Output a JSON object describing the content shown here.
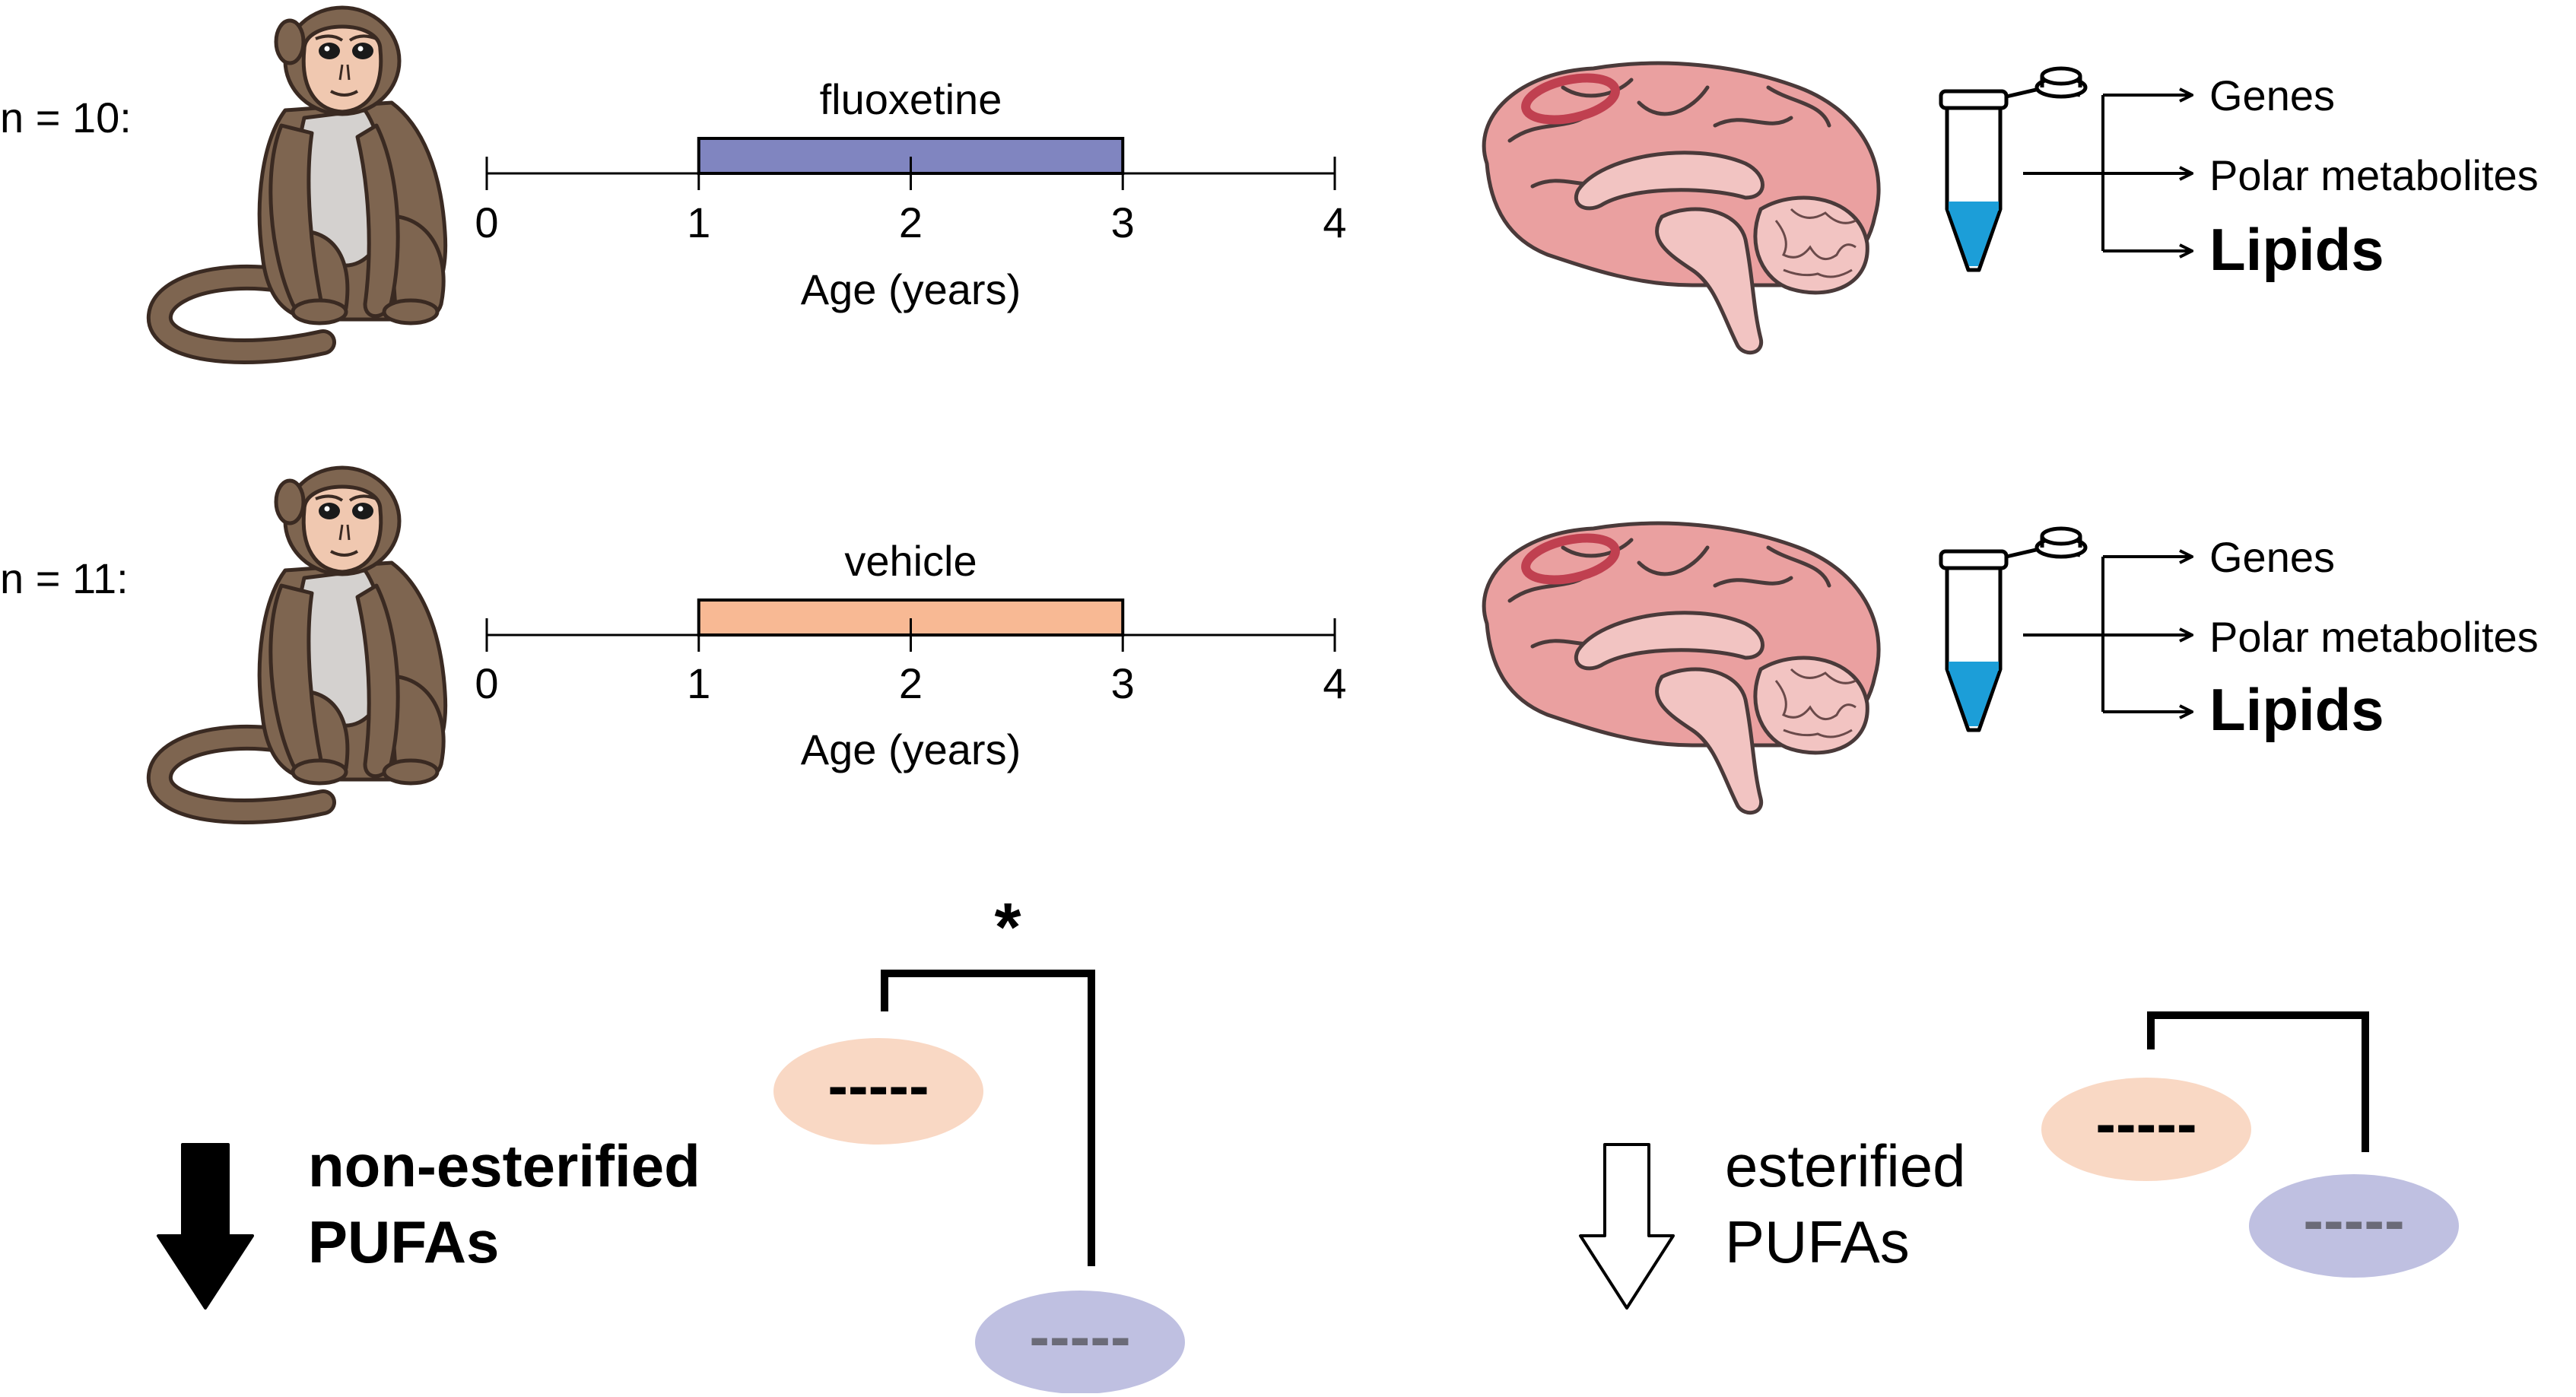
{
  "colors": {
    "fluoxetine": "#8085c0",
    "vehicle": "#f8b994",
    "monkey_fur": "#7e6550",
    "monkey_chest": "#d4d1cf",
    "monkey_face": "#f0c8b0",
    "brain": "#eaa0a0",
    "brain_inner": "#f2c4c2",
    "region_ring": "#c04050",
    "tube_liquid": "#1c9ed8",
    "vehicle_pill": "#f9d8c4",
    "fluoxetine_pill": "#bfc0e1"
  },
  "groups": [
    {
      "n_label": "n = 10:",
      "treatment": "fluoxetine",
      "timeline": {
        "start": 0,
        "end": 4,
        "treat_from": 1,
        "treat_to": 3,
        "ticks": [
          "0",
          "1",
          "2",
          "3",
          "4"
        ],
        "xlabel": "Age (years)"
      },
      "outputs": [
        "Genes",
        "Polar metabolites",
        "Lipids"
      ]
    },
    {
      "n_label": "n = 11:",
      "treatment": "vehicle",
      "timeline": {
        "start": 0,
        "end": 4,
        "treat_from": 1,
        "treat_to": 3,
        "ticks": [
          "0",
          "1",
          "2",
          "3",
          "4"
        ],
        "xlabel": "Age (years)"
      },
      "outputs": [
        "Genes",
        "Polar metabolites",
        "Lipids"
      ]
    }
  ],
  "results": {
    "left": {
      "direction": "down",
      "filled": true,
      "line1": "non-esterified",
      "line2": "PUFAs",
      "significance": "*",
      "pill_text": "-----"
    },
    "right": {
      "direction": "down",
      "filled": false,
      "line1": "esterified",
      "line2": "PUFAs",
      "significance": "",
      "pill_text": "-----"
    }
  }
}
